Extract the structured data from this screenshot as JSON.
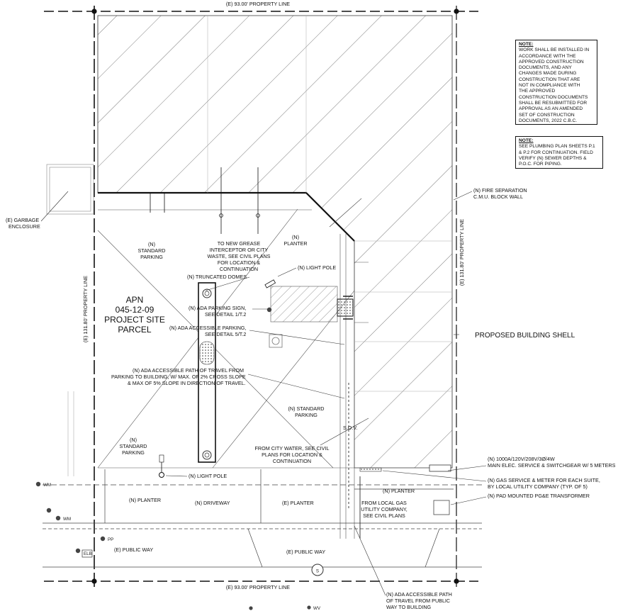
{
  "property_lines": {
    "top": "(E) 93.00' PROPERTY LINE",
    "bottom": "(E) 93.00' PROPERTY LINE",
    "left": "(E) 131.80' PROPERTY LINE",
    "right": "(E) 131.80' PROPERTY LINE"
  },
  "parcel": {
    "line1": "APN",
    "line2": "045-12-09",
    "line3": "PROJECT SITE",
    "line4": "PARCEL"
  },
  "building_label": "PROPOSED BUILDING SHELL",
  "notes": [
    {
      "title": "NOTE:",
      "body": "WORK SHALL BE INSTALLED IN\nACCORDANCE WITH THE\nAPPROVED CONSTRUCTION\nDOCUMENTS, AND ANY\nCHANGES MADE DURING\nCONSTRUCTION THAT ARE\nNOT IN COMPLIANCE WITH\nTHE APPROVED\nCONSTRUCTION DOCUMENTS\nSHALL BE RESUBMITTED FOR\nAPPROVAL AS AN AMENDED\nSET OF CONSTRUCTION\nDOCUMENTS, 2022 C.B.C."
    },
    {
      "title": "NOTE:",
      "body": "SEE PLUMBING PLAN SHEETS P.1\n& P.2 FOR CONTINUATION. FIELD\nVERIFY (N) SEWER DEPTHS &\nP.O.C. FOR PIPING."
    }
  ],
  "labels": {
    "garbage": [
      "(E) GARBAGE",
      "ENCLOSURE"
    ],
    "fire_sep": [
      "(N) FIRE SEPARATION",
      "C.M.U. BLOCK WALL"
    ],
    "std_parking_1": [
      "(N)",
      "STANDARD",
      "PARKING"
    ],
    "grease": [
      "TO NEW GREASE",
      "INTERCEPTOR OR CITY",
      "WASTE, SEE CIVIL PLANS",
      "FOR LOCATION &",
      "CONTINUATION"
    ],
    "planter_n_top": [
      "(N)",
      "PLANTER"
    ],
    "light_pole_1": "(N) LIGHT POLE",
    "truncated": "(N) TRUNCATED DOMES",
    "ada_sign": [
      "(N) ADA PARKING SIGN,",
      "SEE DETAIL 1/T.2"
    ],
    "ada_parking": [
      "(N) ADA ACCESSIBLE PARKING,",
      "SEE DETAIL 5/T.2"
    ],
    "ada_path": [
      "(N) ADA ACCESSIBLE PATH OF TRAVEL FROM",
      "PARKING TO BUILDING, W/ MAX. OF 2% CROSS SLOPE",
      "& MAX OF 5% SLOPE IN DIRECTION OF TRAVEL."
    ],
    "std_parking_2": [
      "(N) STANDARD",
      "PARKING"
    ],
    "sov": "S.O.V.",
    "std_parking_3": [
      "(N)",
      "STANDARD",
      "PARKING"
    ],
    "city_water": [
      "FROM CITY WATER, SEE CIVIL",
      "PLANS FOR LOCATION &",
      "CONTINUATION"
    ],
    "elec": [
      "(N) 1000A/120V/208V/3Ø/4W",
      "MAIN ELEC. SERVICE & SWITCHGEAR W/ 5 METERS"
    ],
    "gas": [
      "(N) GAS SERVICE & METER FOR EACH SUITE,",
      "BY LOCAL UTILITY COMPANY (TYP. OF 5)"
    ],
    "transformer": "(N) PAD MOUNTED PG&E TRANSFORMER",
    "light_pole_2": "(N) LIGHT POLE",
    "planter_n_left": "(N) PLANTER",
    "driveway": "(N) DRIVEWAY",
    "planter_e": "(E) PLANTER",
    "local_gas": [
      "FROM LOCAL GAS",
      "UTILITY COMPANY,",
      "SEE CIVIL PLANS"
    ],
    "planter_n_right": "(N) PLANTER",
    "public_way_left": "(E) PUBLIC WAY",
    "public_way_mid": "(E) PUBLIC WAY",
    "ada_path_public": [
      "(N) ADA ACCESSIBLE PATH",
      "OF TRAVEL FROM PUBLIC",
      "WAY TO BUILDING"
    ],
    "util_wm_1": "WM",
    "util_wm_2": "WM",
    "util_wv": "WV",
    "util_pp": "PP",
    "util_elb": "ELB"
  },
  "colors": {
    "ink": "#111111",
    "line": "#333333",
    "hatch": "#444444",
    "light": "#9a9a9a"
  }
}
